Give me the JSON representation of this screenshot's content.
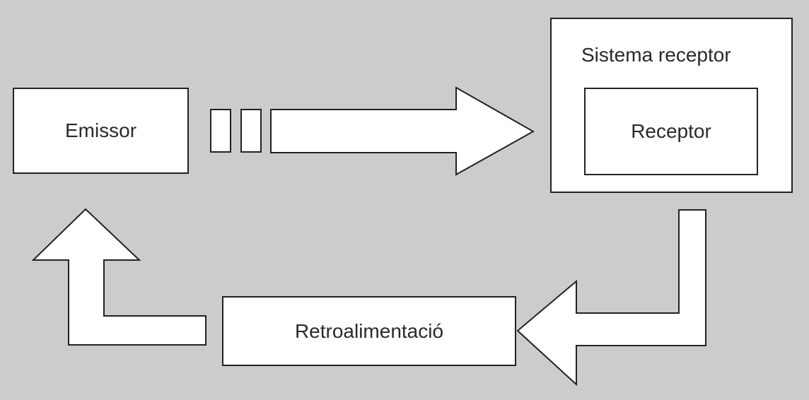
{
  "diagram": {
    "nodes": {
      "emitter": "Emissor",
      "receiver_system": "Sistema receptor",
      "receiver": "Receptor",
      "feedback": "Retroalimentació"
    },
    "colors": {
      "background": "#cccccc",
      "fill": "#ffffff",
      "stroke": "#222222",
      "text": "#2a2a2a"
    }
  }
}
